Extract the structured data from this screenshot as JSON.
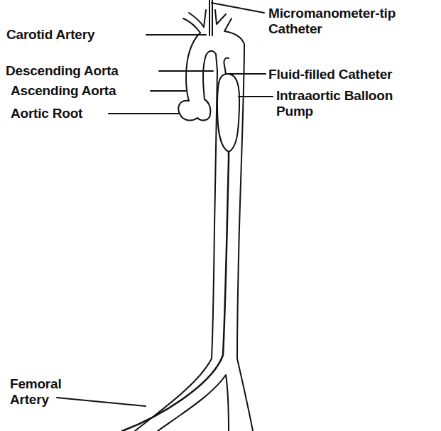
{
  "diagram": {
    "labels": [
      "Micromanometer-tip Catheter",
      "Carotid Artery",
      "Descending Aorta",
      "Fluid-filled Catheter",
      "Ascending Aorta",
      "Aortic Root",
      "Intraaortic Balloon Pump",
      "Femoral Artery"
    ]
  }
}
